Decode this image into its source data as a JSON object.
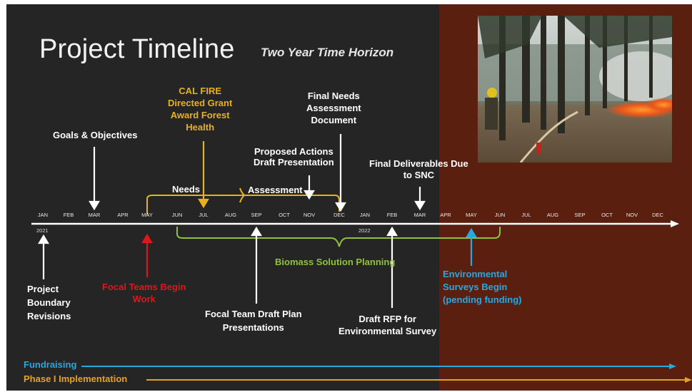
{
  "title": "Project Timeline",
  "subtitle": "Two Year Time Horizon",
  "colors": {
    "background": "#252525",
    "brown_panel": "#5b1f10",
    "white": "#ffffff",
    "gold": "#e8b21c",
    "red": "#e0161b",
    "green": "#8fc13e",
    "blue": "#29a7df",
    "orange": "#e9a21c"
  },
  "months": [
    "JAN",
    "FEB",
    "MAR",
    "APR",
    "MAY",
    "JUN",
    "JUL",
    "AUG",
    "SEP",
    "OCT",
    "NOV",
    "DEC",
    "JAN",
    "FEB",
    "MAR",
    "APR",
    "MAY",
    "JUN",
    "JUL",
    "AUG",
    "SEP",
    "OCT",
    "NOV",
    "DEC"
  ],
  "years": [
    "2021",
    "2022"
  ],
  "labels": {
    "goals": "Goals & Objectives",
    "calfire": "CAL FIRE\nDirected Grant\nAward Forest\nHealth",
    "final_needs": "Final Needs\nAssessment\nDocument",
    "proposed": "Proposed Actions\nDraft Presentation",
    "final_deliverables": "Final Deliverables Due\nto SNC",
    "needs": "Needs",
    "assessment": "Assessment",
    "project_boundary": "Project\nBoundary\nRevisions",
    "focal_teams": "Focal Teams Begin\nWork",
    "focal_team_draft": "Focal Team Draft Plan\nPresentations",
    "biomass": "Biomass Solution Planning",
    "draft_rfp": "Draft RFP for\nEnvironmental Survey",
    "env_surveys": "Environmental\nSurveys Begin\n(pending funding)",
    "fundraising": "Fundraising",
    "phase1": "Phase I Implementation"
  },
  "photo": {
    "description_icon": "forest-fire-photo"
  }
}
